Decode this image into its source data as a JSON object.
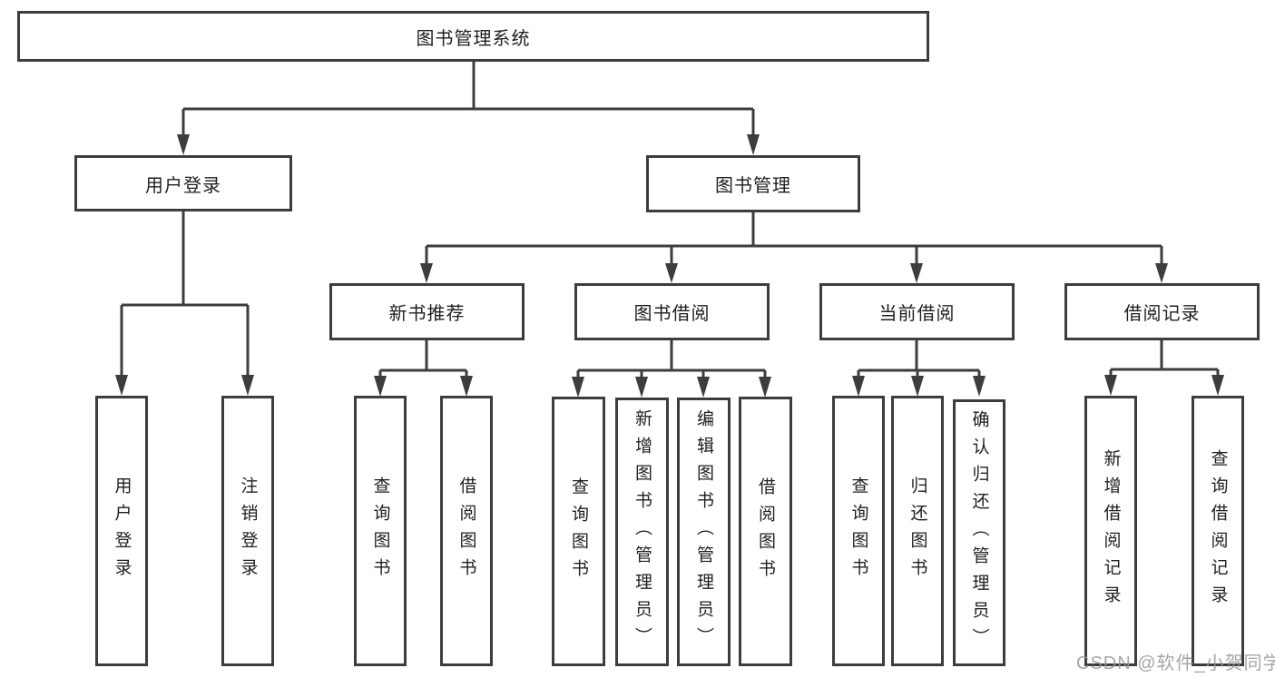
{
  "diagram": {
    "type": "tree",
    "root": {
      "label": "图书管理系统"
    },
    "level1": [
      {
        "id": "user-login",
        "label": "用户登录",
        "parent": "图书管理系统"
      },
      {
        "id": "book-management",
        "label": "图书管理",
        "parent": "图书管理系统"
      }
    ],
    "level2": [
      {
        "id": "new-book-recommendation",
        "label": "新书推荐",
        "parent": "图书管理"
      },
      {
        "id": "book-borrowing",
        "label": "图书借阅",
        "parent": "图书管理"
      },
      {
        "id": "current-borrowing",
        "label": "当前借阅",
        "parent": "图书管理"
      },
      {
        "id": "borrowing-records",
        "label": "借阅记录",
        "parent": "图书管理"
      }
    ],
    "leaves": [
      {
        "label": "用户登录",
        "parent": "用户登录"
      },
      {
        "label": "注销登录",
        "parent": "用户登录"
      },
      {
        "label": "查询图书",
        "parent": "新书推荐"
      },
      {
        "label": "借阅图书",
        "parent": "新书推荐"
      },
      {
        "label": "查询图书",
        "parent": "图书借阅"
      },
      {
        "label": "新增图书（管理员）",
        "parent": "图书借阅"
      },
      {
        "label": "编辑图书（管理员）",
        "parent": "图书借阅"
      },
      {
        "label": "借阅图书",
        "parent": "图书借阅"
      },
      {
        "label": "查询图书",
        "parent": "当前借阅"
      },
      {
        "label": "归还图书",
        "parent": "当前借阅"
      },
      {
        "label": "确认归还（管理员）",
        "parent": "当前借阅"
      },
      {
        "label": "新增借阅记录",
        "parent": "借阅记录"
      },
      {
        "label": "查询借阅记录",
        "parent": "借阅记录"
      }
    ],
    "watermark": "CSDN @软件_小贺同学"
  },
  "colors": {
    "line": "#3d3d3d",
    "text": "#1f1f1f",
    "background": "#ffffff",
    "watermark": "#969696"
  }
}
